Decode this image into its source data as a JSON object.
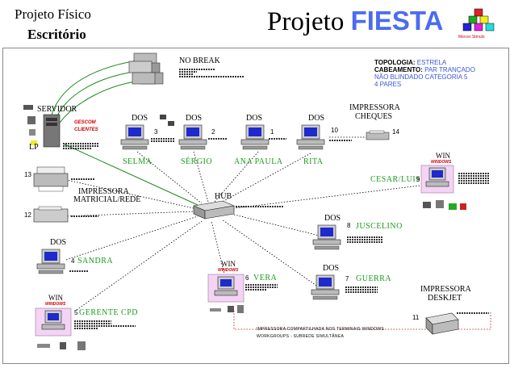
{
  "header": {
    "left_line1": "Projeto Físico",
    "left_line2": "Escritório",
    "title_prefix": "Projeto ",
    "title_accent": "FIESTA",
    "logo_caption": "Mercer Stmulo"
  },
  "topology": {
    "line1_label": "TOPOLOGIA:",
    "line1_value": "ESTRELA",
    "line2_label": "CABEAMENTO:",
    "line2_value": "PAR TRANÇADO",
    "line3": "NÃO BLINDADO CATEGORIA 5",
    "line4": "4 PARES"
  },
  "nodes": {
    "nobreak": "NO BREAK",
    "servidor": "SERVIDOR",
    "gescom": "GESCOM",
    "clientes": "CLIENTES",
    "lp": "LP",
    "impressora_cheques_1": "IMPRESSORA",
    "impressora_cheques_2": "CHEQUES",
    "num14": "14",
    "impressora_matricial_1": "IMPRESSORA",
    "impressora_matricial_2": "MATRICIAL/REDE",
    "num13": "13",
    "num12": "12",
    "hub": "HUB",
    "dos1": "DOS",
    "dos2": "DOS",
    "dos3": "DOS",
    "dos4": "DOS",
    "dos5": "DOS",
    "dos6": "DOS",
    "dos7": "DOS",
    "num3": "3",
    "num2": "2",
    "num1": "1",
    "num10": "10",
    "selma": "SELMA",
    "sergio": "SÉRGIO",
    "ana_paula": "ANA PAULA",
    "rita": "RITA",
    "win_cesar": "WIN",
    "windows_cesar": "WINDOWS",
    "cesar_luis": "CESAR/LUIS",
    "num9": "9",
    "num8": "8",
    "juscelino": "JUSCELINO",
    "num4": "4",
    "sandra": "SANDRA",
    "win_vera": "WIN",
    "windows_vera": "WINDOWS",
    "num6": "6",
    "vera": "VERA",
    "num7": "7",
    "guerra": "GUERRA",
    "win_gerente": "WIN",
    "windows_gerente": "WINDOWS",
    "num5": "5",
    "gerente_cpd": "GERENTE CPD",
    "impressora_deskjet_1": "IMPRESSORA",
    "impressora_deskjet_2": "DESKJET",
    "num11": "11"
  },
  "footnote": {
    "line1": "IMPRESSORA COMPARTILHADA NOS TERMINAIS WINDOWS",
    "line2": "WORKGROUPS - SUBREDE SIMULTÂNEA"
  },
  "colors": {
    "fiesta": "#4a6cf0",
    "station_label": "#1a9a1a",
    "windows_red": "#c00000",
    "server_link": "#1a8a1a",
    "printer_link": "#c00000"
  }
}
